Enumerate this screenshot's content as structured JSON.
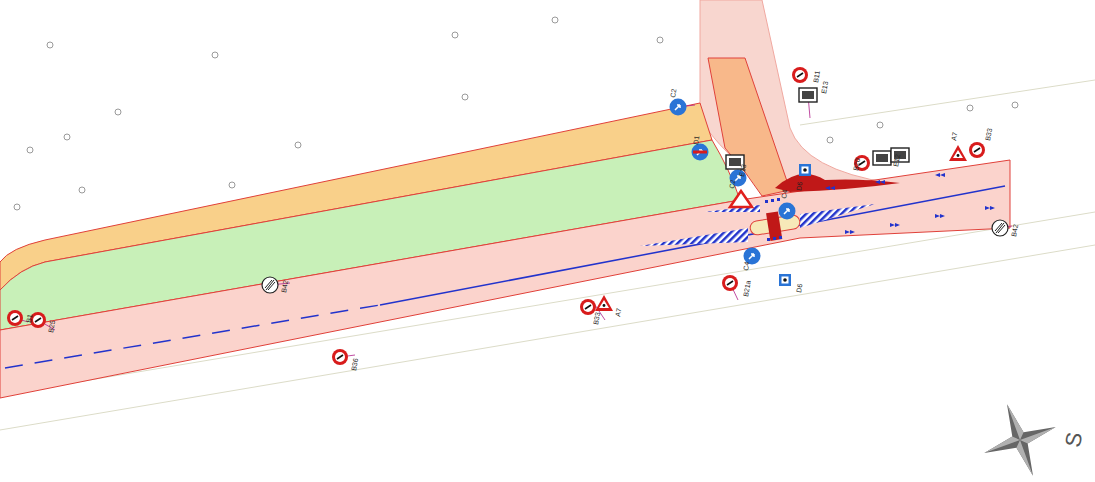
{
  "diagram": {
    "labels": [
      "B1",
      "B25",
      "B42",
      "C2",
      "D1",
      "C2",
      "B11",
      "E13",
      "E13",
      "B20",
      "E12",
      "A7",
      "B33",
      "D6",
      "C4",
      "C4",
      "B21a",
      "D6",
      "A7",
      "B33",
      "B36",
      "B42",
      "S"
    ]
  }
}
